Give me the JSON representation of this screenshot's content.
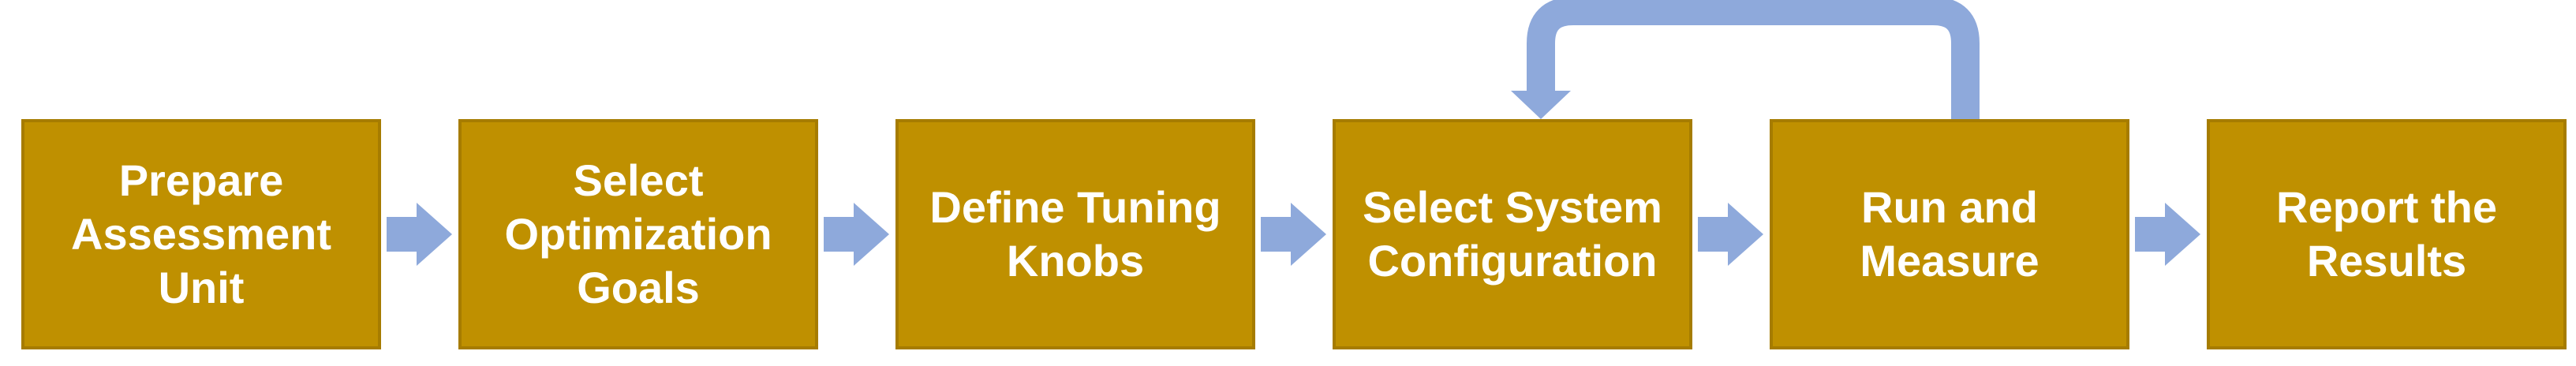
{
  "colors": {
    "box_fill": "#BF9000",
    "box_border": "#A67C00",
    "box_text": "#FFFFFF",
    "arrow_fill": "#8EA9DB"
  },
  "steps": [
    {
      "label": "Prepare\nAssessment\nUnit"
    },
    {
      "label": "Select\nOptimization\nGoals"
    },
    {
      "label": "Define Tuning\nKnobs"
    },
    {
      "label": "Select System\nConfiguration"
    },
    {
      "label": "Run and\nMeasure"
    },
    {
      "label": "Report the\nResults"
    }
  ],
  "connectors": [
    {
      "from": "Prepare Assessment Unit",
      "to": "Select Optimization Goals"
    },
    {
      "from": "Select Optimization Goals",
      "to": "Define Tuning Knobs"
    },
    {
      "from": "Define Tuning Knobs",
      "to": "Select System Configuration"
    },
    {
      "from": "Select System Configuration",
      "to": "Run and Measure"
    },
    {
      "from": "Run and Measure",
      "to": "Report the Results"
    }
  ],
  "feedback_loop": {
    "from": "Run and Measure",
    "to": "Select System Configuration"
  }
}
